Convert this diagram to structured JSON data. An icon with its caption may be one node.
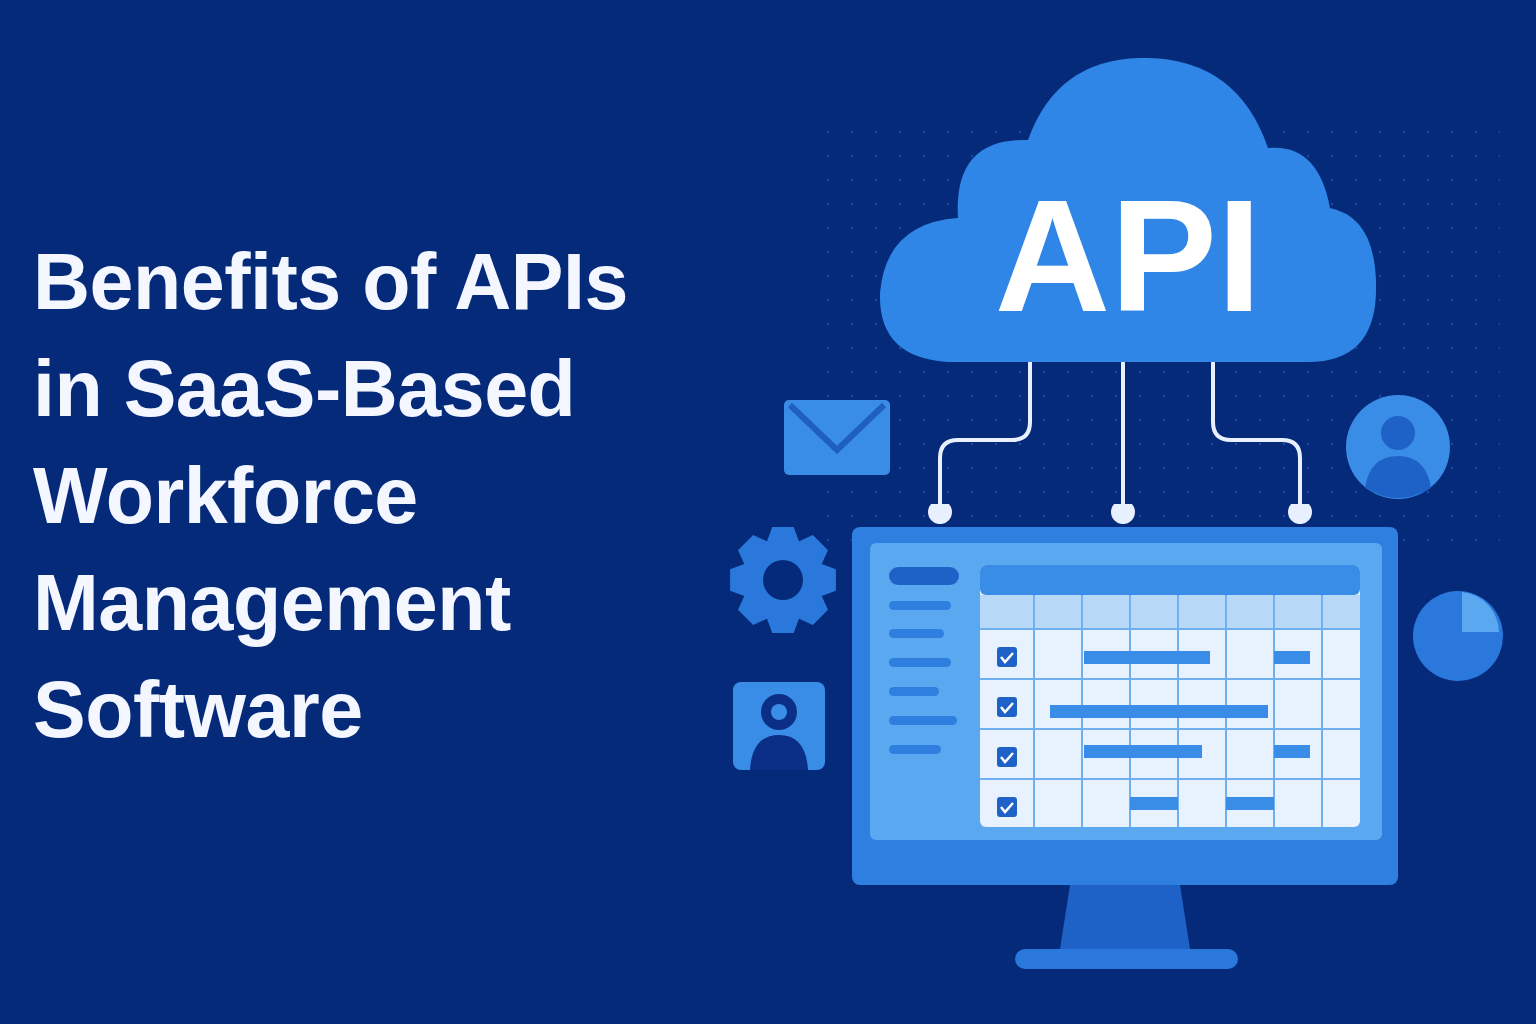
{
  "diagram": {
    "title": "Benefits of APIs in SaaS-Based Workforce Management Software",
    "nodes": [
      {
        "text": [
          "API"
        ]
      },
      {
        "text": [],
        "shape": "picture"
      }
    ],
    "edges": [
      {
        "from": 0,
        "to": 1,
        "arrow": "other"
      },
      {
        "from": 0,
        "to": 1,
        "arrow": "other"
      },
      {
        "from": 0,
        "to": 1,
        "arrow": "other"
      }
    ]
  }
}
